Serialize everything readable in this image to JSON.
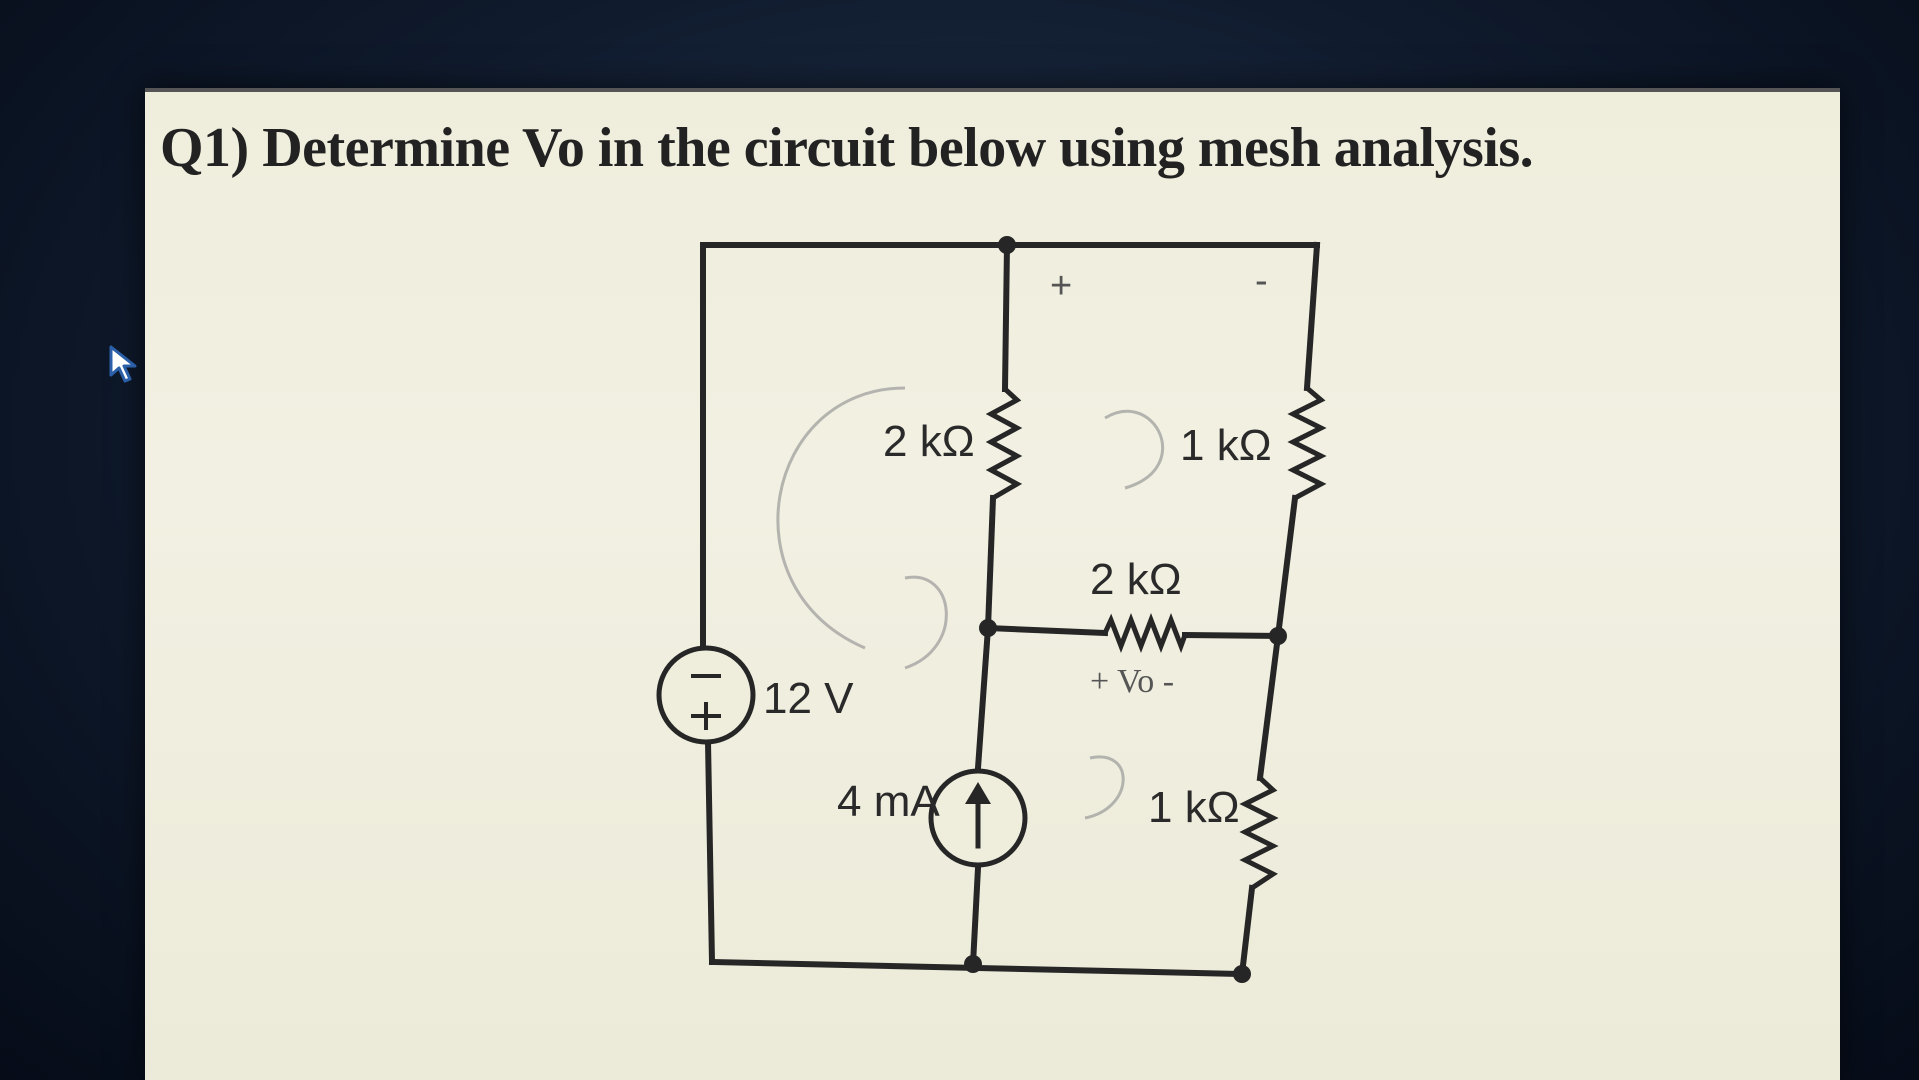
{
  "question": "Q1) Determine Vo in the circuit below using mesh analysis.",
  "components": {
    "r_top_left": "2 kΩ",
    "r_top_right": "1 kΩ",
    "r_middle": "2 kΩ",
    "r_bottom_right": "1 kΩ",
    "voltage_source": "12 V",
    "current_source": "4 mA",
    "vo_label": "+ Vo -",
    "plus_sign": "+",
    "minus_sign": "-"
  },
  "colors": {
    "wire": "#262626",
    "paper": "#efeddc",
    "background": "#0f1a2c"
  }
}
